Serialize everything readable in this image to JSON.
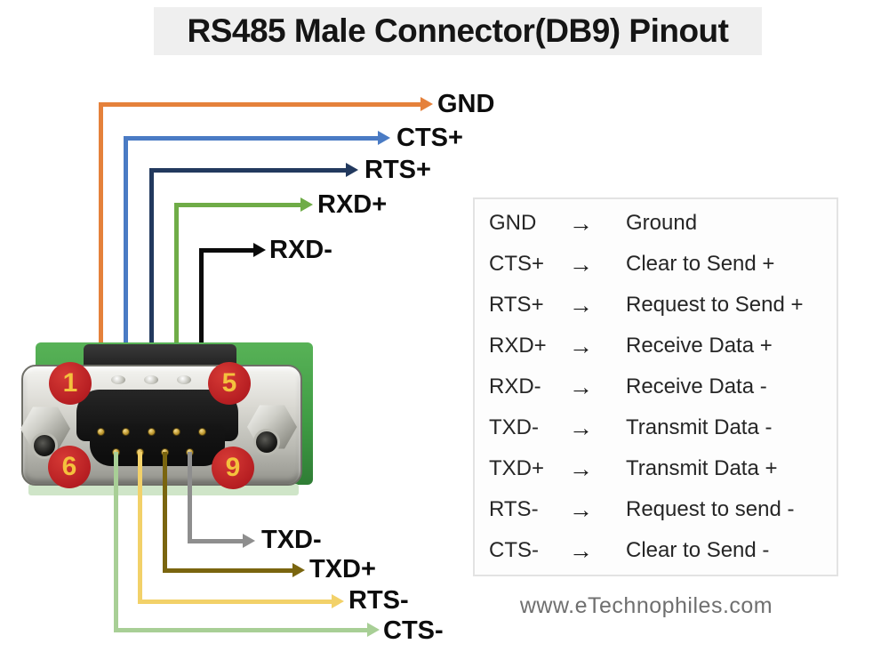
{
  "title": "RS485 Male Connector(DB9) Pinout",
  "connector": {
    "type": "DB9 male on green PCB",
    "corner_pins": [
      "1",
      "5",
      "6",
      "9"
    ]
  },
  "wires": [
    {
      "pin": "1",
      "label": "GND",
      "color": "#E5813B"
    },
    {
      "pin": "2",
      "label": "CTS+",
      "color": "#4A7BC4"
    },
    {
      "pin": "3",
      "label": "RTS+",
      "color": "#22395E"
    },
    {
      "pin": "4",
      "label": "RXD+",
      "color": "#6FAC47"
    },
    {
      "pin": "5",
      "label": "RXD-",
      "color": "#0A0A0A"
    },
    {
      "pin": "6",
      "label": "CTS-",
      "color": "#A8CF96"
    },
    {
      "pin": "7",
      "label": "RTS-",
      "color": "#F2D169"
    },
    {
      "pin": "8",
      "label": "TXD+",
      "color": "#7A650F"
    },
    {
      "pin": "9",
      "label": "TXD-",
      "color": "#8E8E8E"
    }
  ],
  "legend": {
    "arrow_icon": "→",
    "rows": [
      {
        "signal": "GND",
        "desc": "Ground"
      },
      {
        "signal": "CTS+",
        "desc": "Clear to Send +"
      },
      {
        "signal": "RTS+",
        "desc": "Request to Send +"
      },
      {
        "signal": "RXD+",
        "desc": "Receive Data +"
      },
      {
        "signal": "RXD-",
        "desc": "Receive Data -"
      },
      {
        "signal": "TXD-",
        "desc": "Transmit Data -"
      },
      {
        "signal": "TXD+",
        "desc": "Transmit Data +"
      },
      {
        "signal": "RTS-",
        "desc": "Request to send -"
      },
      {
        "signal": "CTS-",
        "desc": "Clear to Send -"
      }
    ]
  },
  "footer": {
    "website": "www.eTechnophiles.com"
  }
}
